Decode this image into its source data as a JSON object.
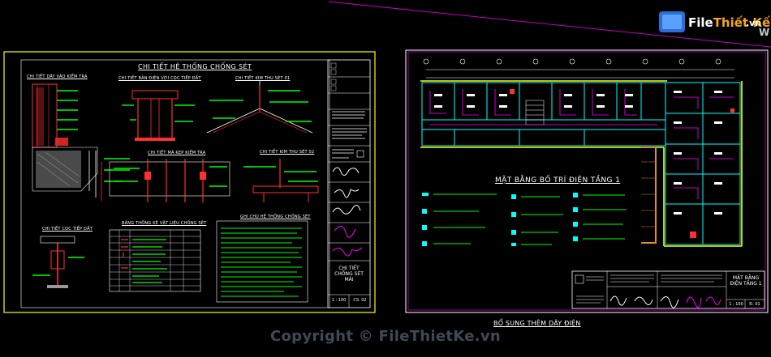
{
  "watermark": {
    "brand_main": "File",
    "brand_highlight": "Thiết Kế",
    "brand_ext": ".vn",
    "corner_letter": "W",
    "copyright": "Copyright © FileThietKe.vn"
  },
  "left_sheet": {
    "main_title": "CHI TIẾT HỆ THỐNG CHỐNG SÉT",
    "detail_ground_rod": "CHI TIẾT BẢN ĐIỆN VỚI CỌC TIẾP ĐẤT",
    "detail_rod_01": "CHI TIẾT KIM THU SÉT 01",
    "detail_rod_02": "CHI TIẾT KIM THU SÉT 02",
    "detail_clamp": "CHI TIẾT MÁ KẸP KIỂM TRA",
    "detail_stake": "CHI TIẾT CỌC TIẾP ĐẤT",
    "detail_wall": "CHI TIẾT DÂY VÀO KIỂM TRA",
    "materials_table_title": "BẢNG THỐNG KÊ VẬT LIỆU CHỐNG SÉT",
    "notes_title": "GHI CHÚ HỆ THỐNG CHỐNG SÉT",
    "titleblock_drawing": "CHI TIẾT CHỐNG SÉT MÁI",
    "titleblock_scale": "1 : 100",
    "titleblock_sheet": "CS. 02"
  },
  "right_sheet": {
    "plan_title": "MẶT BẰNG BỐ TRÍ ĐIỆN TẦNG 1",
    "footer_note": "BỔ SUNG THÊM DÂY ĐIỆN",
    "titleblock_drawing": "MẶT BẰNG ĐIỆN TẦNG 1",
    "titleblock_scale": "1 : 100",
    "titleblock_sheet": "Đ. 01"
  },
  "colors": {
    "background": "#000000",
    "sheet_border": "#ffff00",
    "title_text": "#ffffff",
    "plan_walls": "#00ffff",
    "wiring": "#ff00ff",
    "hatch": "#00ff00",
    "red_lines": "#ff3030",
    "brand_accent": "#f4a71b",
    "copyright_text": "#3f4a59"
  }
}
